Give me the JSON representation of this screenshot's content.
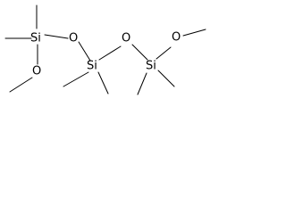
{
  "molecule": {
    "atoms": [
      {
        "id": "si1",
        "label": "Si"
      },
      {
        "id": "o_top1",
        "label": "O"
      },
      {
        "id": "si2",
        "label": "Si"
      },
      {
        "id": "o_top2",
        "label": "O"
      },
      {
        "id": "si3",
        "label": "Si"
      },
      {
        "id": "o_top3",
        "label": "O"
      },
      {
        "id": "o_low1",
        "label": "O"
      }
    ],
    "bonds": [
      [
        "si1",
        "o_top1"
      ],
      [
        "o_top1",
        "si2"
      ],
      [
        "si2",
        "o_top2"
      ],
      [
        "o_top2",
        "si3"
      ],
      [
        "si3",
        "o_top3"
      ],
      [
        "si1",
        "o_low1"
      ]
    ]
  },
  "labels": {
    "si1": "Si",
    "o1": "O",
    "si2": "Si",
    "o2": "O",
    "si3": "Si",
    "o3": "O",
    "o4": "O"
  },
  "colors": {
    "ink": "#000000",
    "background": "#ffffff"
  }
}
